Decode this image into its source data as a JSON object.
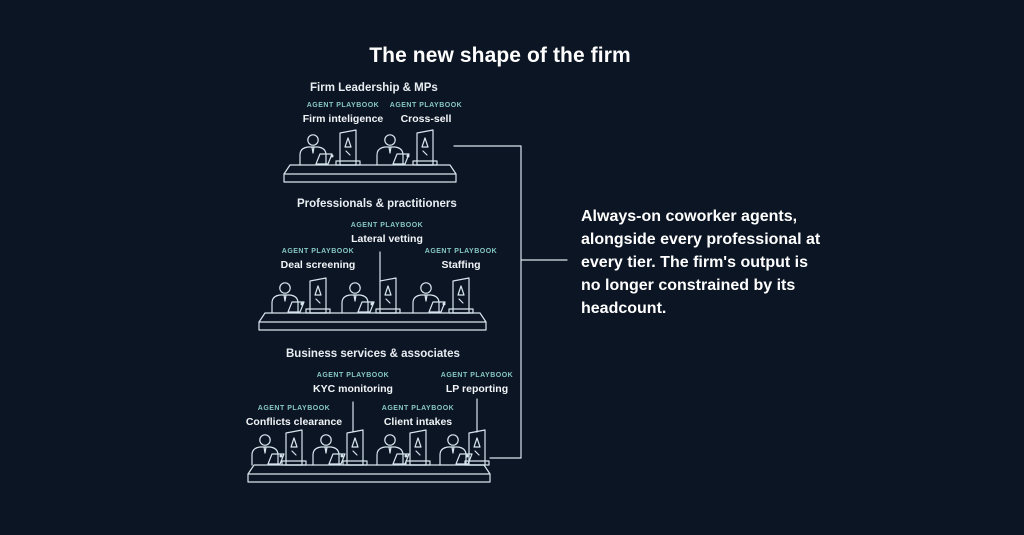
{
  "title": "The new shape of the firm",
  "tiers": [
    {
      "name": "Firm Leadership & MPs",
      "playbooks": [
        {
          "tag": "AGENT PLAYBOOK",
          "label": "Firm inteligence"
        },
        {
          "tag": "AGENT PLAYBOOK",
          "label": "Cross-sell"
        }
      ]
    },
    {
      "name": "Professionals & practitioners",
      "playbooks": [
        {
          "tag": "AGENT PLAYBOOK",
          "label": "Lateral vetting"
        },
        {
          "tag": "AGENT PLAYBOOK",
          "label": "Deal screening"
        },
        {
          "tag": "AGENT PLAYBOOK",
          "label": "Staffing"
        }
      ]
    },
    {
      "name": "Business services & associates",
      "playbooks": [
        {
          "tag": "AGENT PLAYBOOK",
          "label": "KYC monitoring"
        },
        {
          "tag": "AGENT PLAYBOOK",
          "label": "LP reporting"
        },
        {
          "tag": "AGENT PLAYBOOK",
          "label": "Conflicts clearance"
        },
        {
          "tag": "AGENT PLAYBOOK",
          "label": "Client intakes"
        }
      ]
    }
  ],
  "side_text": "Always-on coworker agents, alongside every professional at every tier. The firm's output is no longer constrained by its headcount.",
  "colors": {
    "background": "#0c1524",
    "line": "#d7e6ee",
    "tag": "#86c8c0",
    "text": "#ffffff"
  }
}
